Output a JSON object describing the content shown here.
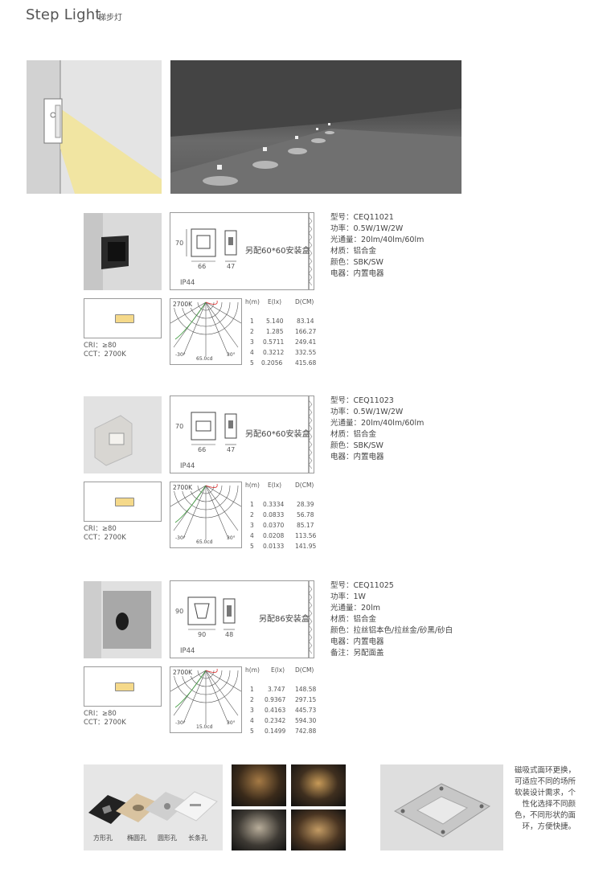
{
  "header": {
    "title": "Step Light",
    "subtitle": "梯步灯"
  },
  "products": [
    {
      "specs": [
        "型号：CEQ11021",
        "功率：0.5W/1W/2W",
        "光通量：20lm/40lm/60lm",
        "材质：铝合金",
        "颜色：SBK/SW",
        "电器：内置电器"
      ],
      "dims": {
        "h": "70",
        "w": "66",
        "d": "47"
      },
      "mount_note": "另配60*60安装盒",
      "ip": "IP44",
      "cri": "CRI：≥80",
      "cct": "CCT：2700K",
      "polar": {
        "cct_label": "2700K",
        "left_angle": "-30°",
        "right_angle": "30°",
        "center": "65.0cd"
      },
      "table": {
        "headers": [
          "h(m)",
          "E(lx)",
          "D(CM)"
        ],
        "rows": [
          [
            "1",
            "5.140",
            "83.14"
          ],
          [
            "2",
            "1.285",
            "166.27"
          ],
          [
            "3",
            "0.5711",
            "249.41"
          ],
          [
            "4",
            "0.3212",
            "332.55"
          ],
          [
            "5",
            "0.2056",
            "415.68"
          ]
        ]
      }
    },
    {
      "specs": [
        "型号：CEQ11023",
        "功率：0.5W/1W/2W",
        "光通量：20lm/40lm/60lm",
        "材质：铝合金",
        "颜色：SBK/SW",
        "电器：内置电器"
      ],
      "dims": {
        "h": "70",
        "w": "66",
        "d": "47"
      },
      "mount_note": "另配60*60安装盒",
      "ip": "IP44",
      "cri": "CRI：≥80",
      "cct": "CCT：2700K",
      "polar": {
        "cct_label": "2700K",
        "left_angle": "-30°",
        "right_angle": "30°",
        "center": "65.0cd"
      },
      "table": {
        "headers": [
          "h(m)",
          "E(lx)",
          "D(CM)"
        ],
        "rows": [
          [
            "1",
            "0.3334",
            "28.39"
          ],
          [
            "2",
            "0.0833",
            "56.78"
          ],
          [
            "3",
            "0.0370",
            "85.17"
          ],
          [
            "4",
            "0.0208",
            "113.56"
          ],
          [
            "5",
            "0.0133",
            "141.95"
          ]
        ]
      }
    },
    {
      "specs": [
        "型号：CEQ11025",
        "功率：1W",
        "光通量：20lm",
        "材质：铝合金",
        "颜色：拉丝铝本色/拉丝金/砂黑/砂白",
        "电器：内置电器",
        "备注：另配面盖"
      ],
      "dims": {
        "h": "90",
        "w": "90",
        "d": "48"
      },
      "mount_note": "另配86安装盒",
      "ip": "IP44",
      "cri": "CRI：≥80",
      "cct": "CCT：2700K",
      "polar": {
        "cct_label": "2700K",
        "left_angle": "-30°",
        "right_angle": "30°",
        "center": "15.0cd"
      },
      "table": {
        "headers": [
          "h(m)",
          "E(lx)",
          "D(CM)"
        ],
        "rows": [
          [
            "1",
            "3.747",
            "148.58"
          ],
          [
            "2",
            "0.9367",
            "297.15"
          ],
          [
            "3",
            "0.4163",
            "445.73"
          ],
          [
            "4",
            "0.2342",
            "594.30"
          ],
          [
            "5",
            "0.1499",
            "742.88"
          ]
        ]
      }
    }
  ],
  "bottom": {
    "plate_labels": [
      "方形孔",
      "椭圆孔",
      "圆形孔",
      "长条孔"
    ],
    "description": [
      "磁吸式面环更换，",
      "可适应不同的场所",
      "软装设计需求，个",
      "性化选择不同颜",
      "色，不同形状的面",
      "环，方便快捷。"
    ]
  }
}
